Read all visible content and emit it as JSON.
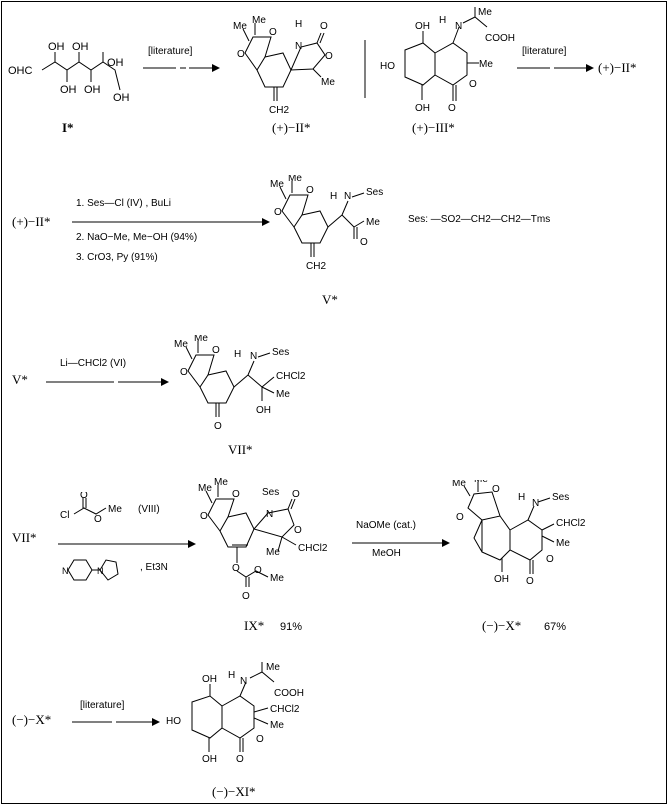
{
  "row1": {
    "arrow1_label": "[literature]",
    "arrow2_label": "[literature]",
    "cmpd_I": "I*",
    "cmpd_II": "(+)−II*",
    "cmpd_III": "(+)−III*",
    "product": "(+)−II*"
  },
  "row2": {
    "start": "(+)−II*",
    "step1": "1. Ses—Cl  (IV)  , BuLi",
    "step2": "2. NaO−Me,  Me−OH   (94%)",
    "step3": "3. CrO3,  Py  (91%)",
    "cmpd_V": "V*",
    "ses_def": "Ses: —SO2—CH2—CH2—Tms"
  },
  "row3": {
    "start": "V*",
    "reagent": "Li—CHCl2  (VI)",
    "cmpd_VII": "VII*"
  },
  "row4": {
    "start": "VII*",
    "reagent_VIII": "(VIII)",
    "base": ", Et3N",
    "cond_top": "NaOMe (cat.)",
    "cond_bottom": "MeOH",
    "cmpd_IX": "IX*",
    "yield_IX": "91%",
    "cmpd_X": "(−)−X*",
    "yield_X": "67%"
  },
  "row5": {
    "start": "(−)−X*",
    "arrow_label": "[literature]",
    "cmpd_XI": "(−)−XI*"
  }
}
